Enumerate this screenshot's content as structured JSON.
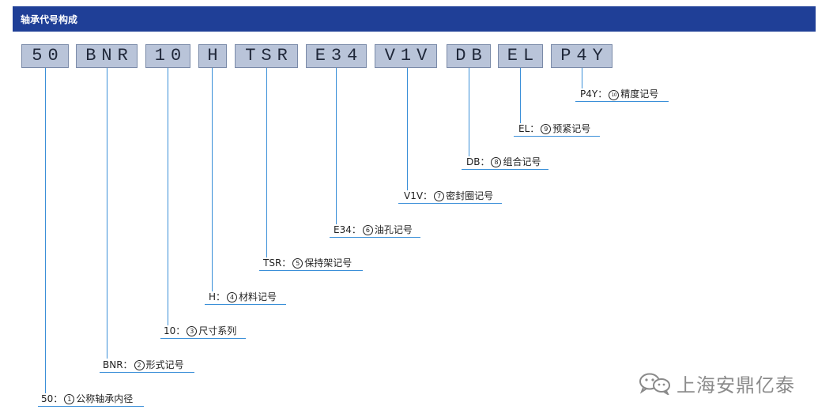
{
  "header": {
    "title": "轴承代号构成"
  },
  "codes": [
    {
      "text": "50"
    },
    {
      "text": "BNR"
    },
    {
      "text": "10"
    },
    {
      "text": "H"
    },
    {
      "text": "TSR"
    },
    {
      "text": "E34"
    },
    {
      "text": "V1V"
    },
    {
      "text": "DB"
    },
    {
      "text": "EL"
    },
    {
      "text": "P4Y"
    }
  ],
  "labels": [
    {
      "prefix": "50：",
      "num": "1",
      "text": "公称轴承内径"
    },
    {
      "prefix": "BNR：",
      "num": "2",
      "text": "形式记号"
    },
    {
      "prefix": "10：",
      "num": "3",
      "text": "尺寸系列"
    },
    {
      "prefix": "H：",
      "num": "4",
      "text": "材料记号"
    },
    {
      "prefix": "TSR：",
      "num": "5",
      "text": "保持架记号"
    },
    {
      "prefix": "E34：",
      "num": "6",
      "text": "油孔记号"
    },
    {
      "prefix": "V1V：",
      "num": "7",
      "text": "密封圈记号"
    },
    {
      "prefix": "DB：",
      "num": "8",
      "text": "组合记号"
    },
    {
      "prefix": "EL：",
      "num": "9",
      "text": "预紧记号"
    },
    {
      "prefix": "P4Y：",
      "num": "10",
      "text": "精度记号"
    }
  ],
  "watermark": {
    "text": "上海安鼎亿泰",
    "icon": "wechat-icon"
  },
  "colors": {
    "header_bg": "#1f3f97",
    "box_bg": "#b9c4d9",
    "line": "#3a8fd8"
  }
}
